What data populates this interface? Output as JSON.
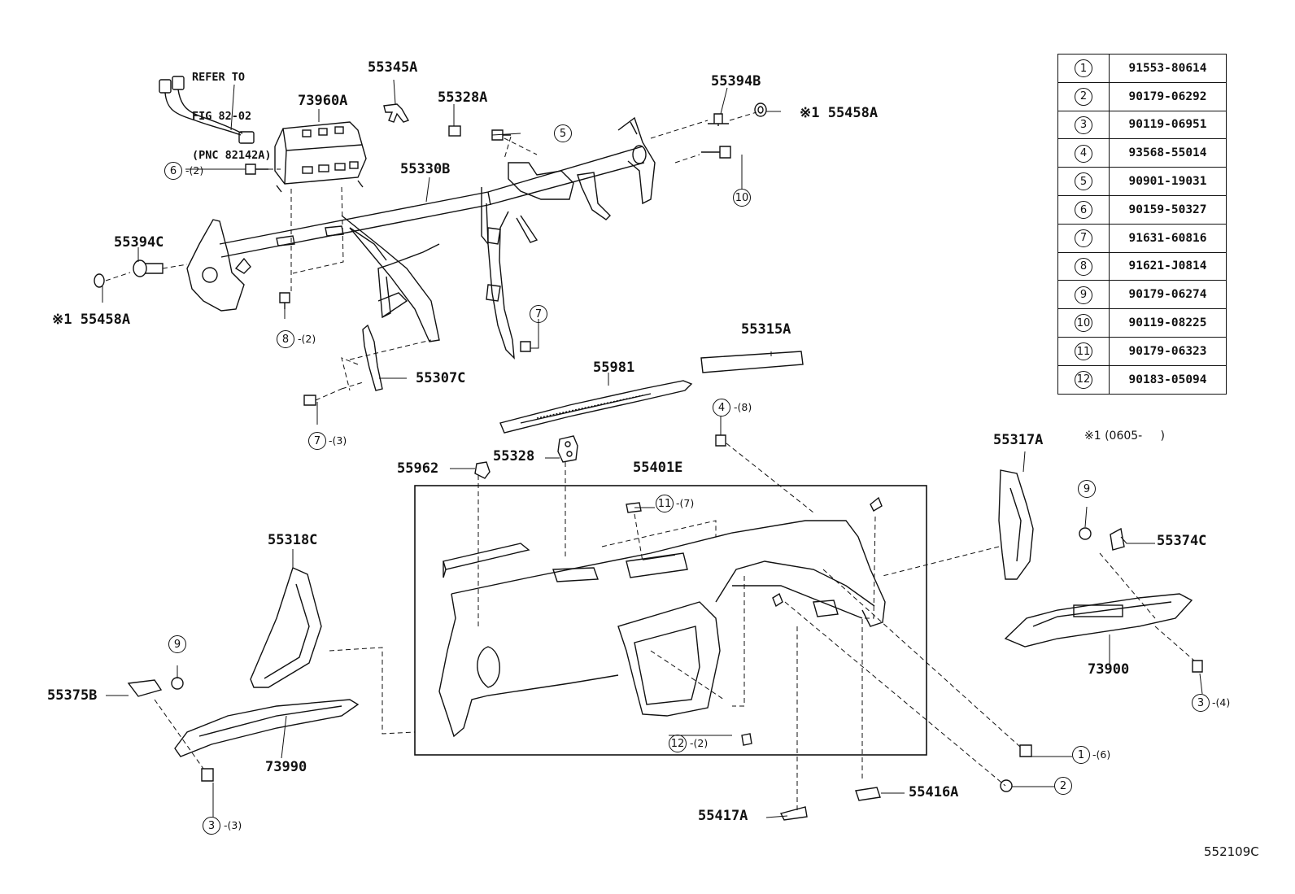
{
  "reference_note": {
    "line1": "REFER TO",
    "line2": "FIG 82-02",
    "line3": "(PNC 82142A)"
  },
  "part_labels": {
    "p55345A": "55345A",
    "p73960A": "73960A",
    "p55328A": "55328A",
    "p55394B": "55394B",
    "p55458A_top": "※1 55458A",
    "p55330B": "55330B",
    "p55394C": "55394C",
    "p55458A_left": "※1 55458A",
    "p55315A": "55315A",
    "p55981": "55981",
    "p55307C": "55307C",
    "p55962": "55962",
    "p55328": "55328",
    "p55401E": "55401E",
    "p55317A": "55317A",
    "p55374C": "55374C",
    "p55318C": "55318C",
    "p73900": "73900",
    "p55375B": "55375B",
    "p73990": "73990",
    "p55416A": "55416A",
    "p55417A": "55417A"
  },
  "callouts": {
    "c6": {
      "num": "6",
      "qty": "-(2)"
    },
    "c5": {
      "num": "5",
      "qty": ""
    },
    "c10": {
      "num": "10",
      "qty": ""
    },
    "c8": {
      "num": "8",
      "qty": "-(2)"
    },
    "c7a": {
      "num": "7",
      "qty": ""
    },
    "c7b": {
      "num": "7",
      "qty": "-(3)"
    },
    "c4": {
      "num": "4",
      "qty": "-(8)"
    },
    "c11": {
      "num": "11",
      "qty": "-(7)"
    },
    "c9a": {
      "num": "9",
      "qty": ""
    },
    "c9b": {
      "num": "9",
      "qty": ""
    },
    "c3a": {
      "num": "3",
      "qty": "-(4)"
    },
    "c3b": {
      "num": "3",
      "qty": "-(3)"
    },
    "c12": {
      "num": "12",
      "qty": "-(2)"
    },
    "c1": {
      "num": "1",
      "qty": "-(6)"
    },
    "c2": {
      "num": "2",
      "qty": ""
    }
  },
  "parts_table": [
    {
      "ref": "1",
      "part": "91553-80614"
    },
    {
      "ref": "2",
      "part": "90179-06292"
    },
    {
      "ref": "3",
      "part": "90119-06951"
    },
    {
      "ref": "4",
      "part": "93568-55014"
    },
    {
      "ref": "5",
      "part": "90901-19031"
    },
    {
      "ref": "6",
      "part": "90159-50327"
    },
    {
      "ref": "7",
      "part": "91631-60816"
    },
    {
      "ref": "8",
      "part": "91621-J0814"
    },
    {
      "ref": "9",
      "part": "90179-06274"
    },
    {
      "ref": "10",
      "part": "90119-08225"
    },
    {
      "ref": "11",
      "part": "90179-06323"
    },
    {
      "ref": "12",
      "part": "90183-05094"
    }
  ],
  "footnote": "※1 (0605-     )",
  "diagram_code": "552109C"
}
